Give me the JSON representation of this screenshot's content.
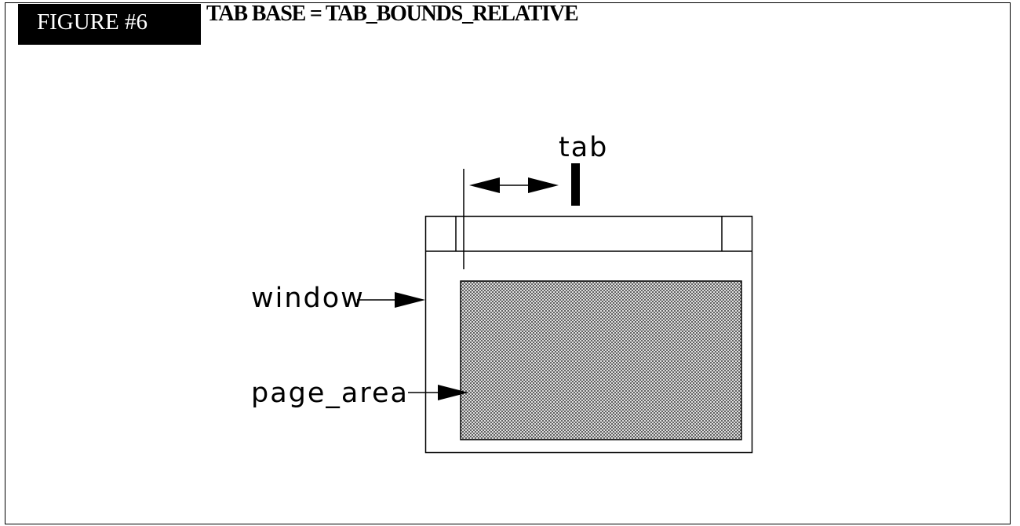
{
  "figure": {
    "badge": "FIGURE #6",
    "title": "TAB BASE = TAB_BOUNDS_RELATIVE"
  },
  "labels": {
    "tab": "tab",
    "window": "window",
    "page_area": "page_area"
  }
}
